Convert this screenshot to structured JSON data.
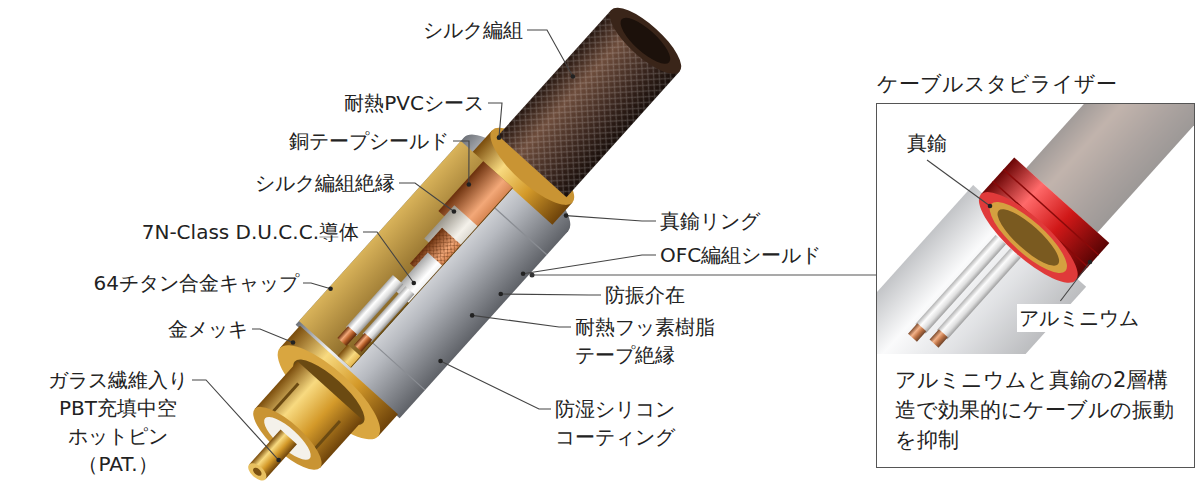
{
  "diagram": {
    "nodes": [
      {
        "text": [
          "ケーブルスタビライザー",
          "アルミニウムと真鍮の2層構造で効果的にケーブルの振動を抑制"
        ]
      }
    ],
    "labels": [
      "シルク編組",
      "耐熱PVCシース",
      "銅テープシールド",
      "シルク編組絶縁",
      "7N-Class D.U.C.C.導体",
      "64チタン合金キャップ",
      "金メッキ",
      "ガラス繊維入り PBT充填中空 ホットピン （PAT.）",
      "真鍮リング",
      "OFC編組シールド",
      "防振介在",
      "耐熱フッ素樹脂 テープ絶縁",
      "防湿シリコン コーティング",
      "真鍮",
      "アルミニウム"
    ]
  }
}
